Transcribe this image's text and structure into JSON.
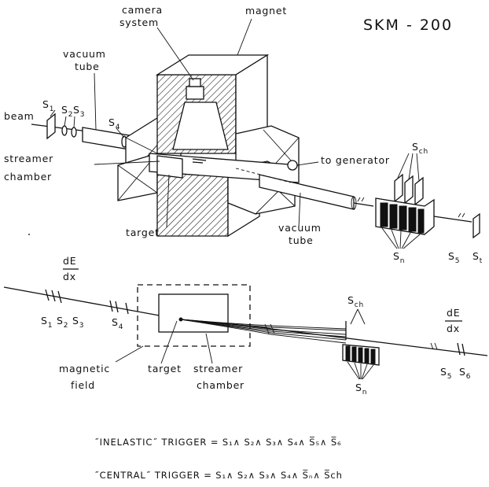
{
  "title": "SKM - 200",
  "colors": {
    "ink": "#111111",
    "paper": "#ffffff"
  },
  "top": {
    "camera": [
      "camera",
      "system"
    ],
    "magnet": "magnet",
    "vacuum_top": [
      "vacuum",
      "tube"
    ],
    "beam": "beam",
    "s1": {
      "base": "S",
      "sub": "1"
    },
    "s2": {
      "base": "S",
      "sub": "2"
    },
    "s3": {
      "base": "S",
      "sub": "3"
    },
    "s4": {
      "base": "S",
      "sub": "4"
    },
    "streamer": [
      "streamer",
      "chamber"
    ],
    "generator": "to generator",
    "sch": {
      "base": "S",
      "sub": "ch"
    },
    "target": "target",
    "vacuum_bottom": [
      "vacuum",
      "tube"
    ],
    "sn": {
      "base": "S",
      "sub": "n"
    },
    "s5": {
      "base": "S",
      "sub": "5"
    },
    "st": {
      "base": "S",
      "sub": "t"
    }
  },
  "bottom": {
    "dedx_left": {
      "num": "dE",
      "den": "dx"
    },
    "dedx_right": {
      "num": "dE",
      "den": "dx"
    },
    "s1": {
      "base": "S",
      "sub": "1"
    },
    "s2": {
      "base": "S",
      "sub": "2"
    },
    "s3": {
      "base": "S",
      "sub": "3"
    },
    "s4": {
      "base": "S",
      "sub": "4"
    },
    "sch": {
      "base": "S",
      "sub": "ch"
    },
    "s5": {
      "base": "S",
      "sub": "5"
    },
    "s6": {
      "base": "S",
      "sub": "6"
    },
    "sn": {
      "base": "S",
      "sub": "n"
    },
    "magnetic": [
      "magnetic",
      "field"
    ],
    "target": "target",
    "streamer": [
      "streamer",
      "chamber"
    ]
  },
  "triggers": {
    "inelastic": "˝INELASTIC˝ TRIGGER  =  S₁∧ S₂∧ S₃∧ S₄∧ S̅₅∧ S̅₆",
    "central": "˝CENTRAL˝ TRIGGER  =  S₁∧ S₂∧ S₃∧ S₄∧ S̅ₙ∧ S̅ch"
  }
}
